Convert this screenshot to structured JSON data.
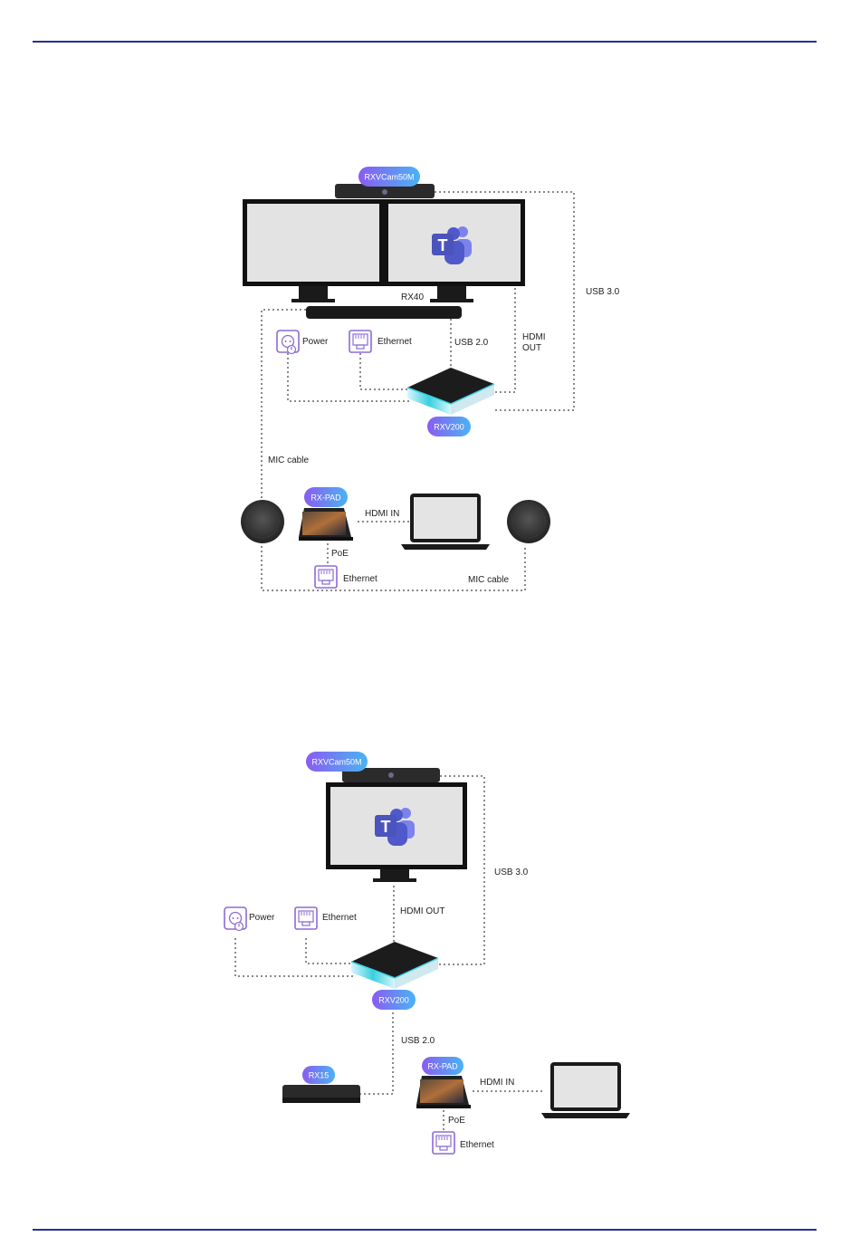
{
  "colors": {
    "rule": "#2a2f8f",
    "pill_start": "#8a5cf0",
    "pill_end": "#4ab3f4",
    "teams": "#5059c9",
    "icon_purple": "#8c6bd6",
    "cyan_glow": "#39d0e0"
  },
  "diagram1": {
    "camera_label": "RXVCam50M",
    "soundbar_label": "RX40",
    "hub_label": "RXV200",
    "pad_label": "RX-PAD",
    "connections": {
      "usb30": "USB 3.0",
      "usb20": "USB 2.0",
      "hdmi_out_1": "HDMI",
      "hdmi_out_2": "OUT",
      "power": "Power",
      "ethernet": "Ethernet",
      "mic_cable_top": "MIC cable",
      "hdmi_in": "HDMI IN",
      "poe": "PoE",
      "ethernet_2": "Ethernet",
      "mic_cable_bottom": "MIC cable"
    },
    "icons": [
      "power-outlet-icon",
      "ethernet-port-icon",
      "teams-logo-icon"
    ]
  },
  "diagram2": {
    "camera_label": "RXVCam50M",
    "hub_label": "RXV200",
    "box_label": "RX15",
    "pad_label": "RX-PAD",
    "connections": {
      "usb30": "USB 3.0",
      "hdmi_out": "HDMI OUT",
      "power": "Power",
      "ethernet": "Ethernet",
      "usb20": "USB 2.0",
      "hdmi_in": "HDMI IN",
      "poe": "PoE",
      "ethernet_2": "Ethernet"
    },
    "icons": [
      "power-outlet-icon",
      "ethernet-port-icon",
      "teams-logo-icon"
    ]
  }
}
